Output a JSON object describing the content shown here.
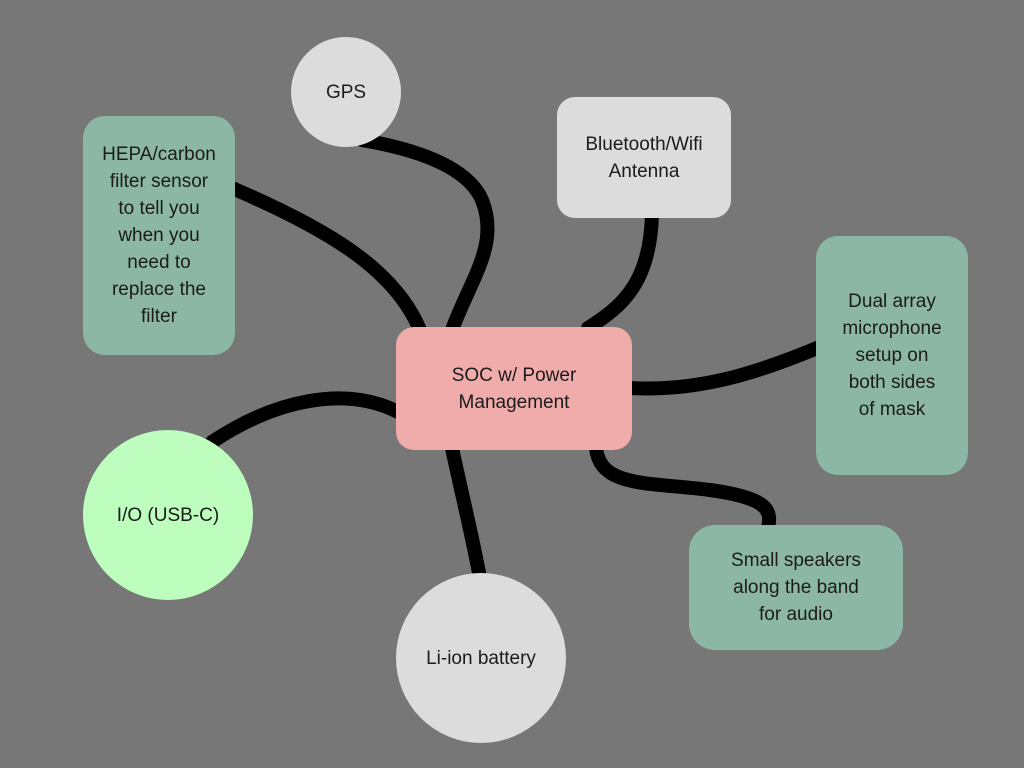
{
  "diagram": {
    "background": "#777777",
    "connector_color": "#000000",
    "nodes": {
      "soc": {
        "label": "SOC w/ Power\nManagement",
        "color": "#f0abab"
      },
      "gps": {
        "label": "GPS",
        "color": "#dcdcdc"
      },
      "hepa": {
        "label": "HEPA/carbon\nfilter sensor\nto tell you\nwhen you\nneed to\nreplace the\nfilter",
        "color": "#8cb7a6"
      },
      "bluetooth": {
        "label": "Bluetooth/Wifi\nAntenna",
        "color": "#dcdcdc"
      },
      "mic": {
        "label": "Dual array\nmicrophone\nsetup on\nboth sides\nof mask",
        "color": "#8cb7a6"
      },
      "io": {
        "label": "I/O (USB-C)",
        "color": "#bdfdbd"
      },
      "battery": {
        "label": "Li-ion battery",
        "color": "#dcdcdc"
      },
      "speakers": {
        "label": "Small speakers\nalong the band\nfor audio",
        "color": "#8cb7a6"
      }
    }
  }
}
